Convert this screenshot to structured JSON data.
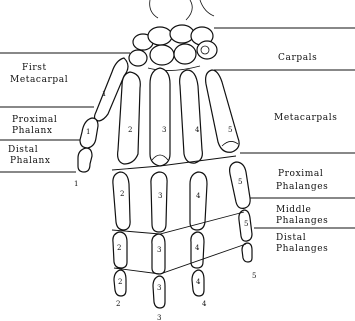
{
  "labels": {
    "first_metacarpal": [
      "First",
      "Metacarpal"
    ],
    "proximal_phalanx": [
      "Proximal",
      "Phalanx"
    ],
    "distal_phalanx": [
      "Distal",
      "Phalanx"
    ],
    "carpals": "Carpals",
    "metacarpals": "Metacarpals",
    "proximal_phalanges": [
      "Proximal",
      "Phalanges"
    ],
    "middle_phalanges": [
      "Middle",
      "Phalanges"
    ],
    "distal_phalanges": [
      "Distal",
      "Phalanges"
    ]
  },
  "metacarpal_numbers": [
    "1",
    "2",
    "3",
    "4",
    "5"
  ],
  "digit_numbers": [
    "1",
    "2",
    "3",
    "4",
    "5"
  ],
  "phalanx_numbers": {
    "thumb_proximal": "1",
    "proximal": [
      "2",
      "3",
      "4",
      "5"
    ],
    "middle": [
      "2",
      "3",
      "4",
      "5"
    ],
    "distal": [
      "2",
      "3",
      "4"
    ]
  }
}
